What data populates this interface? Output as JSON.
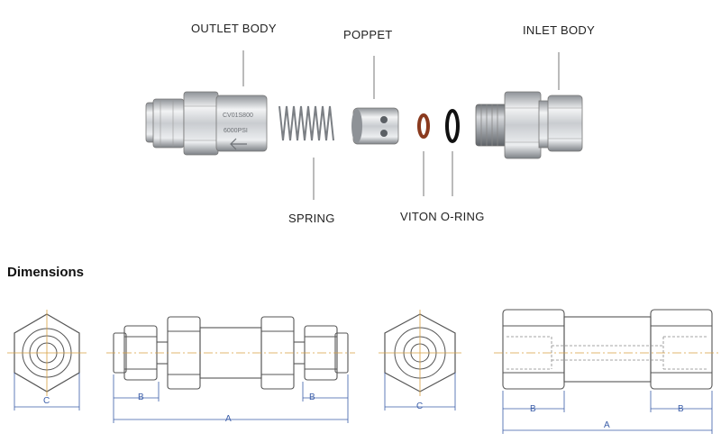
{
  "callouts": {
    "outlet_body": "OUTLET BODY",
    "poppet": "POPPET",
    "inlet_body": "INLET BODY",
    "spring": "SPRING",
    "viton_oring": "VITON O-RING"
  },
  "body_engraving": [
    "CV01S800",
    "6000PSI"
  ],
  "section_title": "Dimensions",
  "dimension_labels": {
    "view1_c": "C",
    "view2_b_left": "B",
    "view2_b_right": "B",
    "view2_a": "A",
    "view3_c": "C",
    "view4_b_left": "B",
    "view4_b_right": "B",
    "view4_a": "A"
  },
  "colors": {
    "dimension_line": "#3a5da8",
    "center_line": "#d8a040",
    "outline": "#555555",
    "metal": "#c9ccd0"
  }
}
